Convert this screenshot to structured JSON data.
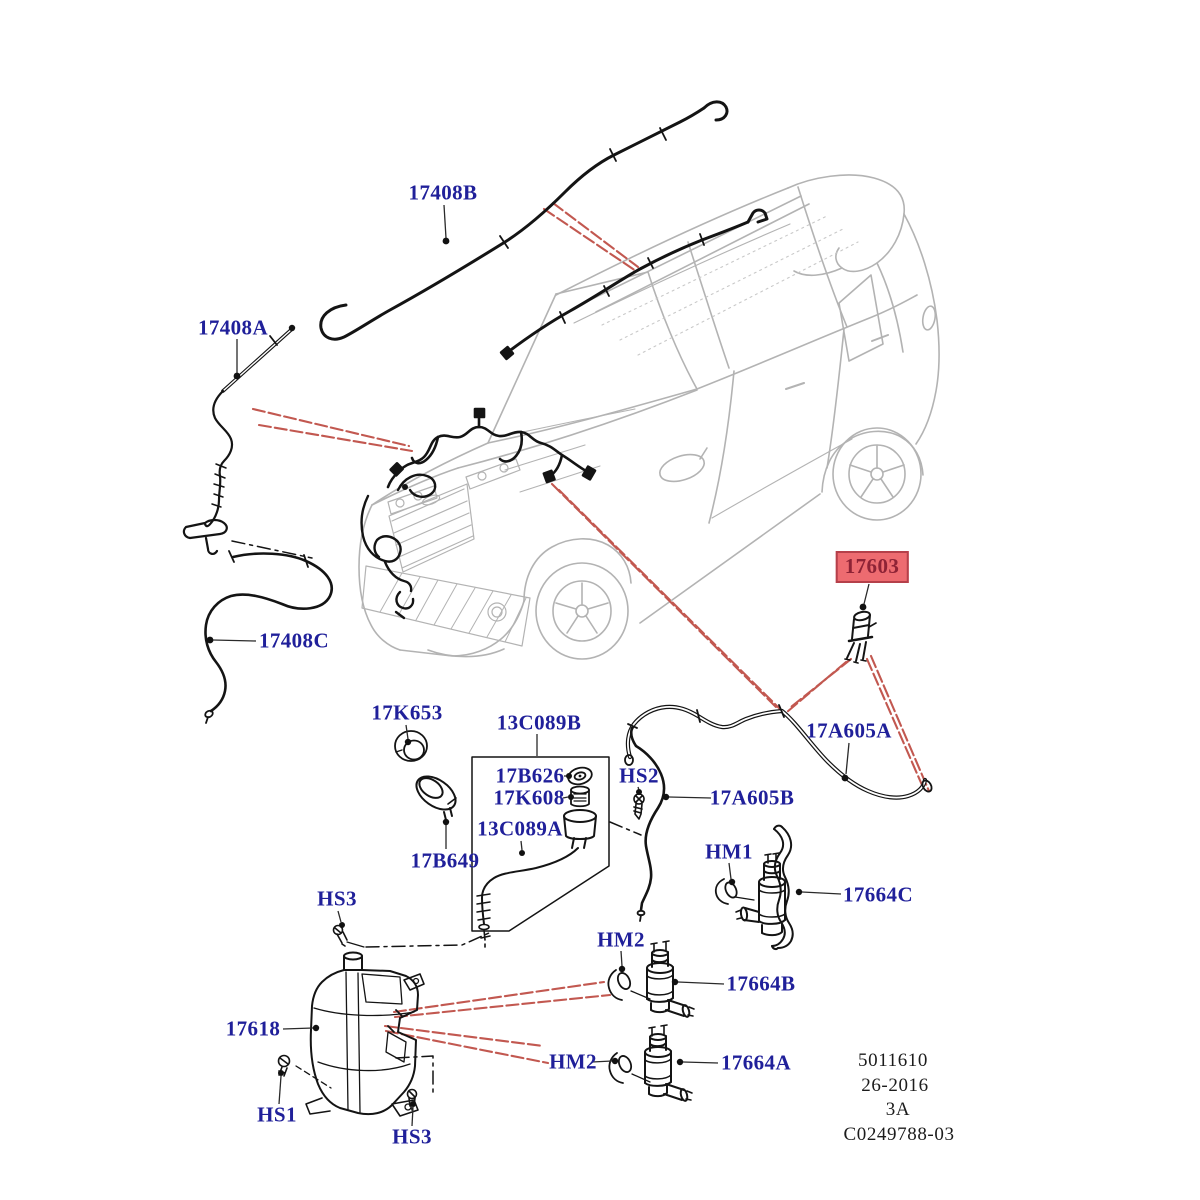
{
  "diagram": {
    "kind": "vehicle-parts-diagram",
    "background": "#ffffff"
  },
  "colors": {
    "label_text": "#20209a",
    "leader_line": "#2a2a2a",
    "callout_red": "#c25850",
    "highlight_background": "#ed6b70",
    "highlight_border": "#b5404a",
    "highlight_text": "#8e2336",
    "artwork_black": "#141414",
    "car_gray": "#b3b3b3"
  },
  "labels": [
    {
      "id": "17408B",
      "text": "17408B",
      "highlighted": false
    },
    {
      "id": "17408A",
      "text": "17408A",
      "highlighted": false
    },
    {
      "id": "17408C",
      "text": "17408C",
      "highlighted": false
    },
    {
      "id": "17603",
      "text": "17603",
      "highlighted": true
    },
    {
      "id": "17K653",
      "text": "17K653",
      "highlighted": false
    },
    {
      "id": "13C089B",
      "text": "13C089B",
      "highlighted": false
    },
    {
      "id": "17B626",
      "text": "17B626",
      "highlighted": false
    },
    {
      "id": "17K608",
      "text": "17K608",
      "highlighted": false
    },
    {
      "id": "13C089A",
      "text": "13C089A",
      "highlighted": false
    },
    {
      "id": "17B649",
      "text": "17B649",
      "highlighted": false
    },
    {
      "id": "HS2",
      "text": "HS2",
      "highlighted": false
    },
    {
      "id": "17A605B",
      "text": "17A605B",
      "highlighted": false
    },
    {
      "id": "17A605A",
      "text": "17A605A",
      "highlighted": false
    },
    {
      "id": "HM1",
      "text": "HM1",
      "highlighted": false
    },
    {
      "id": "17664C",
      "text": "17664C",
      "highlighted": false
    },
    {
      "id": "HS3-upper",
      "text": "HS3",
      "highlighted": false
    },
    {
      "id": "HM2-upper",
      "text": "HM2",
      "highlighted": false
    },
    {
      "id": "17664B",
      "text": "17664B",
      "highlighted": false
    },
    {
      "id": "17618",
      "text": "17618",
      "highlighted": false
    },
    {
      "id": "HM2-lower",
      "text": "HM2",
      "highlighted": false
    },
    {
      "id": "17664A",
      "text": "17664A",
      "highlighted": false
    },
    {
      "id": "HS1",
      "text": "HS1",
      "highlighted": false
    },
    {
      "id": "HS3-lower",
      "text": "HS3",
      "highlighted": false
    }
  ],
  "footer": {
    "lines": [
      "5011610",
      "26-2016",
      "3A",
      "C0249788-03"
    ]
  }
}
